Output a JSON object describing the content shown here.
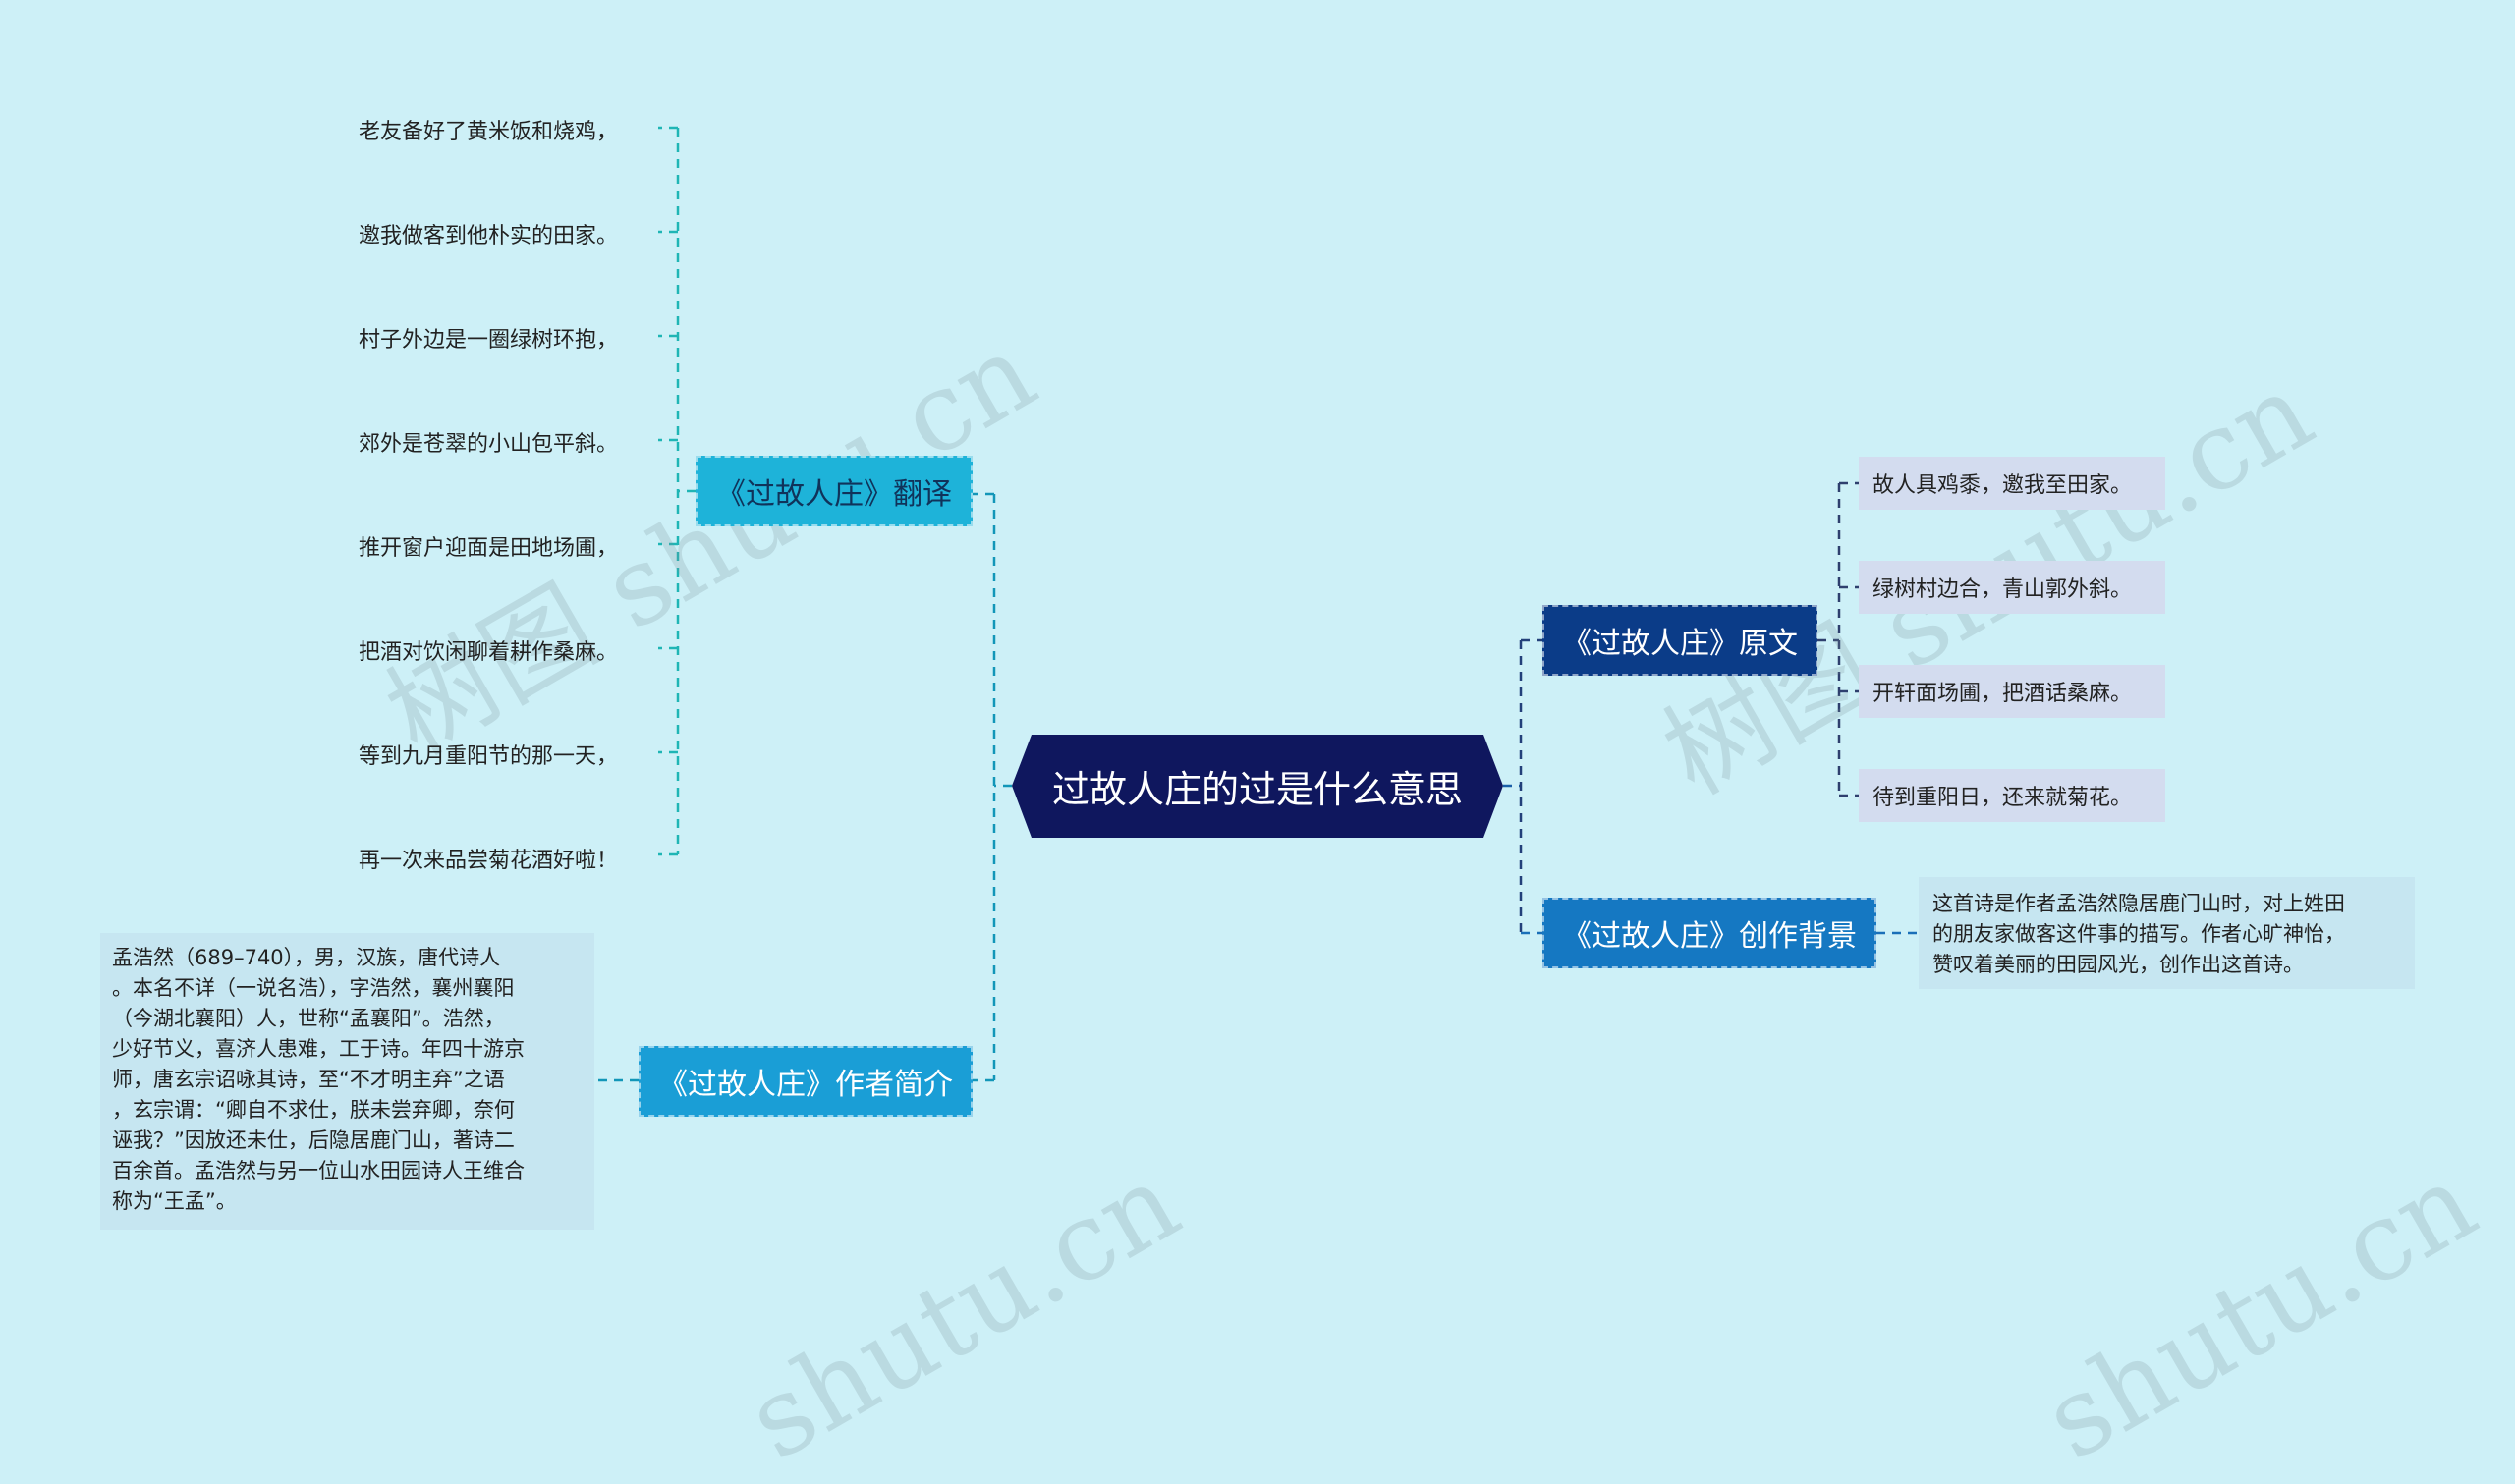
{
  "central": {
    "title": "过故人庄的过是什么意思"
  },
  "translation": {
    "label": "《过故人庄》翻译",
    "lines": [
      "老友备好了黄米饭和烧鸡，",
      "邀我做客到他朴实的田家。",
      "村子外边是一圈绿树环抱，",
      "郊外是苍翠的小山包平斜。",
      "推开窗户迎面是田地场圃，",
      "把酒对饮闲聊着耕作桑麻。",
      "等到九月重阳节的那一天，",
      "再一次来品尝菊花酒好啦！"
    ]
  },
  "author": {
    "label": "《过故人庄》作者简介",
    "lines": [
      "孟浩然（689–740），男，汉族，唐代诗人",
      "。本名不详（一说名浩），字浩然，襄州襄阳",
      "（今湖北襄阳）人，世称“孟襄阳”。浩然，",
      "少好节义，喜济人患难，工于诗。年四十游京",
      "师，唐玄宗诏咏其诗，至“不才明主弃”之语",
      "，玄宗谓：“卿自不求仕，朕未尝弃卿，奈何",
      "诬我？”因放还未仕，后隐居鹿门山，著诗二",
      "百余首。孟浩然与另一位山水田园诗人王维合",
      "称为“王孟”。"
    ]
  },
  "original": {
    "label": "《过故人庄》原文",
    "lines": [
      "故人具鸡黍，邀我至田家。",
      "绿树村边合，青山郭外斜。",
      "开轩面场圃，把酒话桑麻。",
      "待到重阳日，还来就菊花。"
    ]
  },
  "background": {
    "label": "《过故人庄》创作背景",
    "lines": [
      "这首诗是作者孟浩然隐居鹿门山时，对上姓田",
      "的朋友家做客这件事的描写。作者心旷神怡，",
      "赞叹着美丽的田园风光，创作出这首诗。"
    ]
  },
  "watermarks": [
    "树图 shutu.cn",
    "树图 shutu.cn",
    "shutu.cn",
    "shutu.cn"
  ],
  "colors": {
    "background": "#cdf0f7",
    "center": "#0f175e",
    "translation": "#1eb3d9",
    "author": "#1a9ed6",
    "original": "#0b3c88",
    "creation": "#1578c2"
  }
}
